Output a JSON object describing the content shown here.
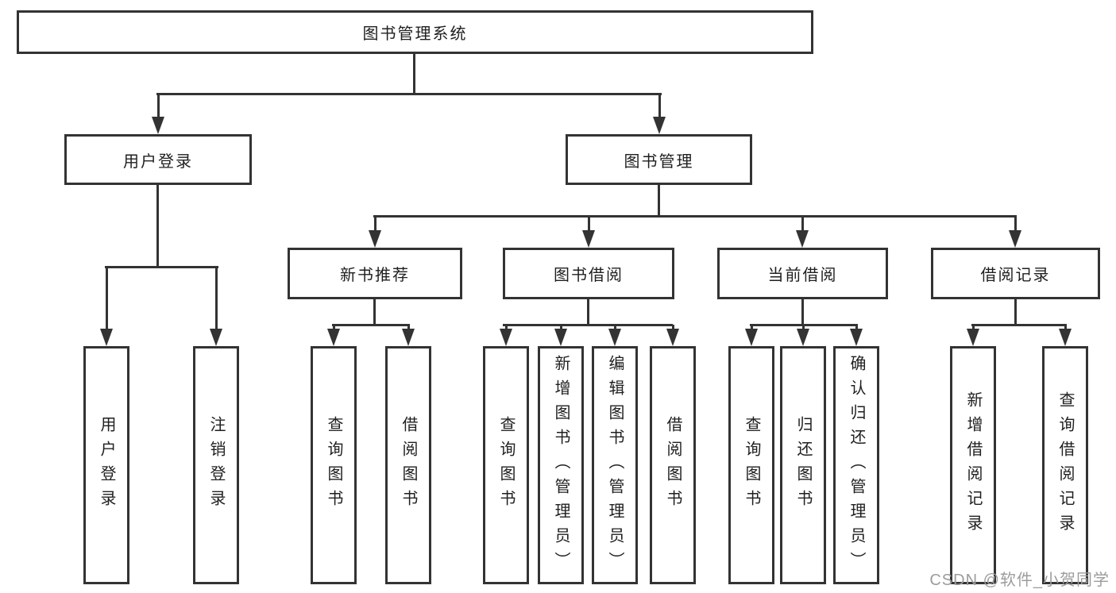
{
  "tree": {
    "root": {
      "label": "图书管理系统"
    },
    "branches": [
      {
        "label": "用户登录",
        "children": [
          {
            "label": "用户登录"
          },
          {
            "label": "注销登录"
          }
        ]
      },
      {
        "label": "图书管理",
        "sections": [
          {
            "label": "新书推荐",
            "children": [
              {
                "label": "查询图书"
              },
              {
                "label": "借阅图书"
              }
            ]
          },
          {
            "label": "图书借阅",
            "children": [
              {
                "label": "查询图书"
              },
              {
                "label": "新增图书（管理员）"
              },
              {
                "label": "编辑图书（管理员）"
              },
              {
                "label": "借阅图书"
              }
            ]
          },
          {
            "label": "当前借阅",
            "children": [
              {
                "label": "查询图书"
              },
              {
                "label": "归还图书"
              },
              {
                "label": "确认归还（管理员）"
              }
            ]
          },
          {
            "label": "借阅记录",
            "children": [
              {
                "label": "新增借阅记录"
              },
              {
                "label": "查询借阅记录"
              }
            ]
          }
        ]
      }
    ]
  },
  "watermark": {
    "text": "CSDN @软件_小贺同学"
  },
  "colors": {
    "line": "#333333",
    "text": "#1f1f1f",
    "watermark": "#9c9c9c",
    "background": "#ffffff"
  }
}
